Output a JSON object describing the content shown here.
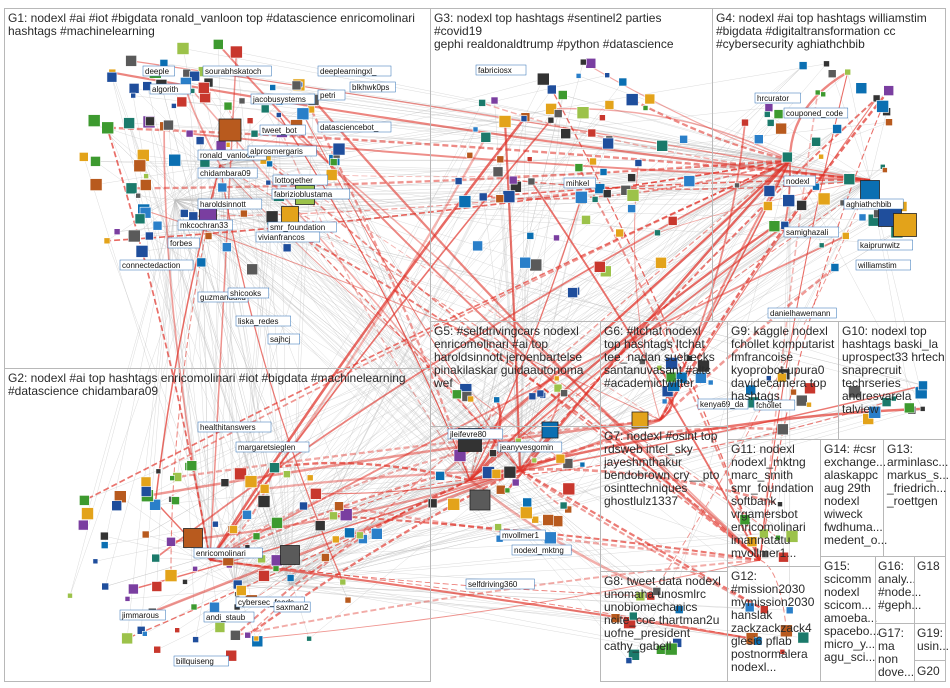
{
  "groups": [
    {
      "id": "G1",
      "text": "G1: nodexl #ai #iot #bigdata ronald_vanloon top #datascience enricomolinari\nhashtags #machinelearning"
    },
    {
      "id": "G2",
      "text": "G2: nodexl #ai top hashtags enricomolinari #iot #bigdata #machinelearning\n#datascience chidambara09"
    },
    {
      "id": "G3",
      "text": "G3: nodexl top hashtags #sentinel2 parties #covid19\ngephi realdonaldtrump #python #datascience"
    },
    {
      "id": "G4",
      "text": "G4: nodexl #ai top hashtags williamstim\n#bigdata #digitaltransformation cc\n#cybersecurity aghiathchbib"
    },
    {
      "id": "G5",
      "text": "G5: #selfdrivingcars nodexl\nenricomolinari #ai top\nharoldsinnott jeroenbartelse\npinakilaskar guidaautonoma\nwef"
    },
    {
      "id": "G6",
      "text": "G6: #ltchat nodexl\ntop hashtags ltchat\ntee_nadan suebecks\nsantanuvasant #altc\n#academictwitter"
    },
    {
      "id": "G7",
      "text": "G7: nodexl #osint top\nrdsweb intel_sky\njayeshmthakur\nbendobrown cry__pto\nosinttechniques\nghostlulz1337"
    },
    {
      "id": "G8",
      "text": "G8: tweet data nodexl\nunomaha unosmlrc\nunobiomechanics\nncite_coe thartman2u\nuofne_president\ncathy_gabell"
    },
    {
      "id": "G9",
      "text": "G9: kaggle nodexl\nfchollet komputarist\nfmfrancoise\nkyoprobot upura0\ndavidecamera top\nhashtags"
    },
    {
      "id": "G10",
      "text": "G10: nodexl top\nhashtags baski_la\nuprospect33 hrtech\nsnaprecruit\ntechrseries\nandresvarela\ntalview"
    },
    {
      "id": "G11",
      "text": "G11: nodexl\nnodexl_mktng\nmarc_smith\nsmr_foundation\nsoftbank\nvrgamersbot\nenricomolinari\nimannatatu\nmvollmer1..."
    },
    {
      "id": "G12",
      "text": "G12:\n#mission2030\nmymission2030\nhanslak\nzackzackzack4\nglesi6 pflab\npostnormalera\nnodexl..."
    },
    {
      "id": "G13",
      "text": "G13:\narminlasc...\nmarkus_s...\n_friedrich...\n_roettgen"
    },
    {
      "id": "G14",
      "text": "G14: #csr\nexchange...\nalaskappc\naug 29th\nnodexl\nwiweck\nfwdhuma...\nmedent_o..."
    },
    {
      "id": "G15",
      "text": "G15:\nscicomm\nnodexl\nscicom...\namoeba...\nspacebo...\nmicro_y...\nagu_sci..."
    },
    {
      "id": "G16",
      "text": "G16:\nanaly...\n#node...\n#geph..."
    },
    {
      "id": "G17",
      "text": "G17:\nma\nnon\ndove..."
    },
    {
      "id": "G18",
      "text": "G18"
    },
    {
      "id": "G19",
      "text": "G19:\nusin..."
    },
    {
      "id": "G20",
      "text": "G20"
    }
  ],
  "node_labels": [
    "deeple",
    "algorith",
    "sourabhskatoch",
    "deeplearningxl_",
    "blkhwk0ps",
    "jacobusystems",
    "tweet_bot",
    "petri",
    "datasciencebot_",
    "ronald_vanloon",
    "chidambara09",
    "alprosmergaris",
    "lottogether",
    "fabrizioblustama",
    "haroldsinnott",
    "mkcochran33",
    "smr_foundation",
    "vivianfrancos",
    "connectedaction",
    "forbes",
    "guzmanduxd",
    "shicooks",
    "sajhcj",
    "liska_redes",
    "fabriciosx",
    "mihkel",
    "hrcurator",
    "couponed_code",
    "nodexl",
    "aghiathchbib",
    "kaiprunwitz",
    "williamstim",
    "samighazali",
    "danielhawemann",
    "healthitanswers",
    "margaretsieglen",
    "enricomolinari",
    "cybersec_feeds",
    "saxman2",
    "jimmarous",
    "andi_staub",
    "billquiseng",
    "jleifevre80",
    "jeanyvesgomin",
    "mvollmer1",
    "nodexl_mktng",
    "selfdriving360",
    "fchollet",
    "kenya69_da"
  ]
}
